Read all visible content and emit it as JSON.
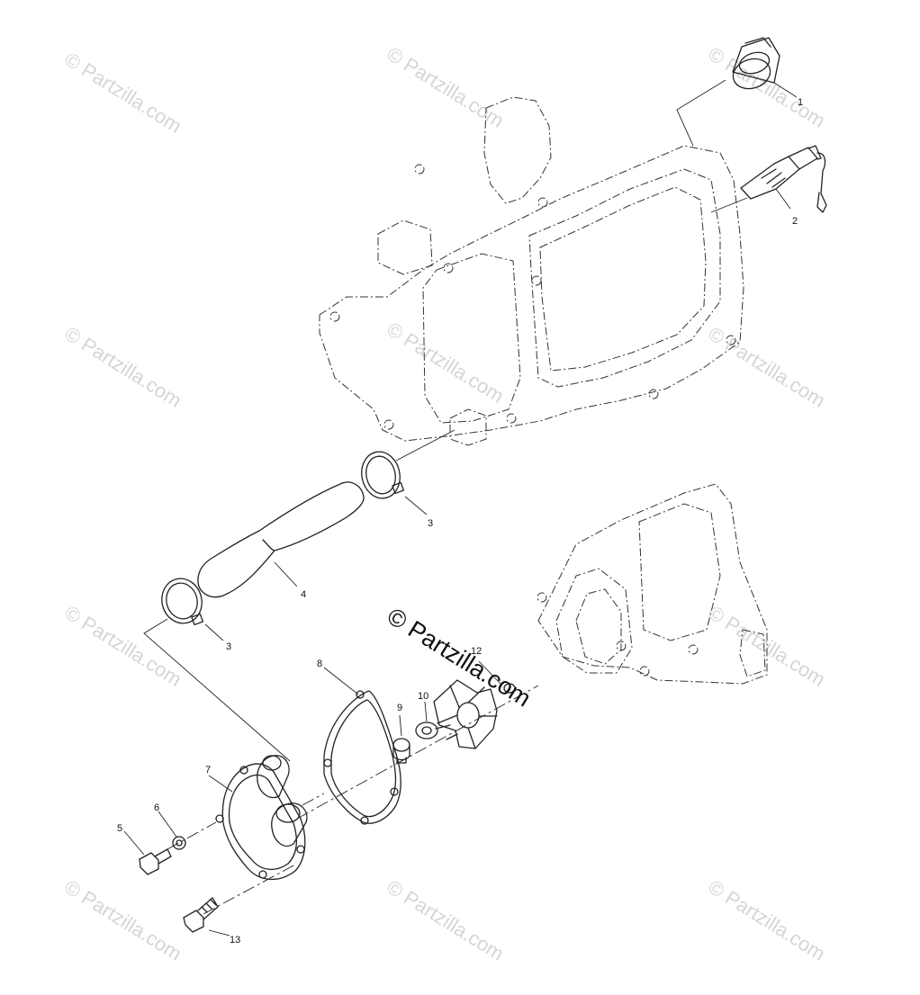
{
  "diagram": {
    "callouts": [
      {
        "id": "c1",
        "text": "1"
      },
      {
        "id": "c2",
        "text": "2"
      },
      {
        "id": "c3a",
        "text": "3"
      },
      {
        "id": "c4",
        "text": "4"
      },
      {
        "id": "c3b",
        "text": "3"
      },
      {
        "id": "c8",
        "text": "8"
      },
      {
        "id": "c12",
        "text": "12"
      },
      {
        "id": "c10",
        "text": "10"
      },
      {
        "id": "c9",
        "text": "9"
      },
      {
        "id": "c7",
        "text": "7"
      },
      {
        "id": "c6",
        "text": "6"
      },
      {
        "id": "c5",
        "text": "5"
      },
      {
        "id": "c13",
        "text": "13"
      }
    ],
    "watermark": "© Partzilla.com",
    "center_watermark": "© Partzilla.com"
  }
}
